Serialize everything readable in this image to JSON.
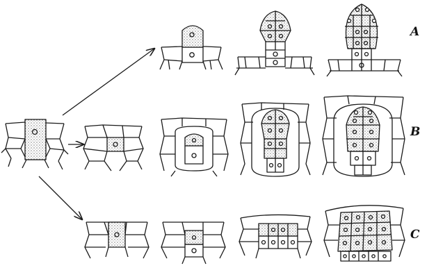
{
  "rows": [
    {
      "id": "A",
      "label": "A"
    },
    {
      "id": "B",
      "label": "B"
    },
    {
      "id": "C",
      "label": "C"
    }
  ],
  "colors": {
    "ink": "#1a1a1a",
    "stipple": "#8a8a8a",
    "paper": "#ffffff"
  }
}
